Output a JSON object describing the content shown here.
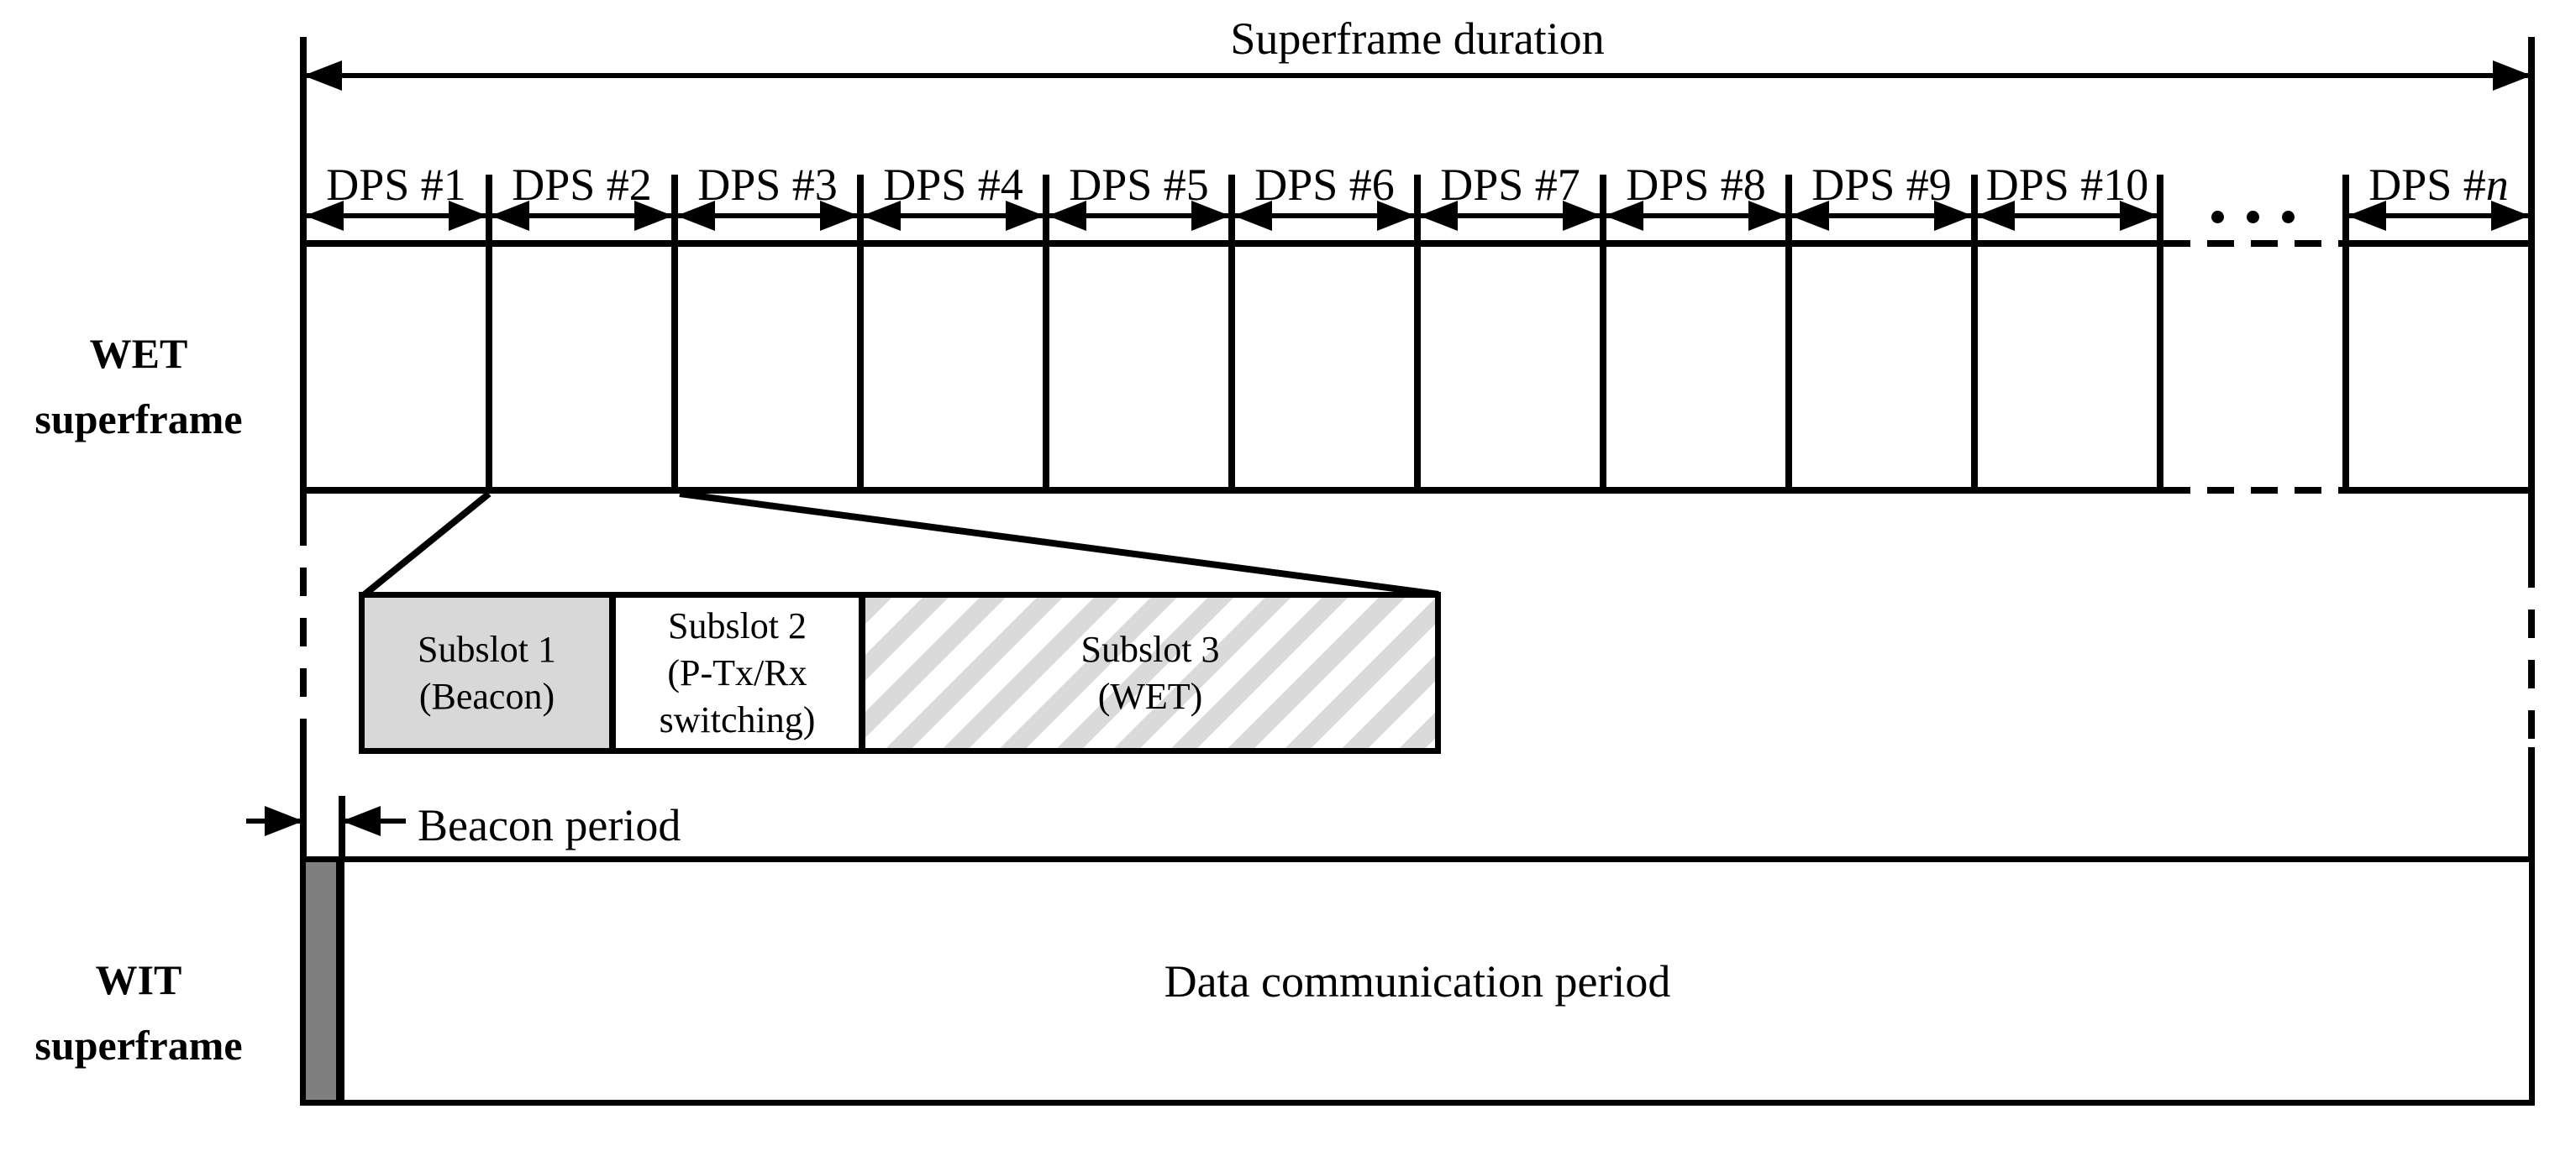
{
  "title": "Superframe duration",
  "wet_superframe": {
    "label_lines": [
      "WET",
      "superframe"
    ],
    "dps_labels": [
      "DPS #1",
      "DPS #2",
      "DPS #3",
      "DPS #4",
      "DPS #5",
      "DPS #6",
      "DPS #7",
      "DPS #8",
      "DPS #9",
      "DPS #10"
    ],
    "dps_last": {
      "prefix": "DPS #",
      "variable": "n"
    },
    "ellipsis_dots": 3
  },
  "subslot_box": {
    "subslots": [
      {
        "lines": [
          "Subslot 1",
          "(Beacon)"
        ],
        "fill": "solid-light-gray"
      },
      {
        "lines": [
          "Subslot 2",
          "(P-Tx/Rx",
          "switching)"
        ],
        "fill": "white"
      },
      {
        "lines": [
          "Subslot 3",
          "(WET)"
        ],
        "fill": "diagonal-hatch"
      }
    ]
  },
  "beacon_period": {
    "label": "Beacon period"
  },
  "wit_superframe": {
    "label_lines": [
      "WIT",
      "superframe"
    ],
    "data_period_label": "Data communication period"
  },
  "colors": {
    "line": "#000000",
    "background": "#ffffff",
    "subslot1_fill": "#d8d8d8",
    "hatch_stripe": "#dadada",
    "beacon_fill": "#7f7f7f"
  }
}
